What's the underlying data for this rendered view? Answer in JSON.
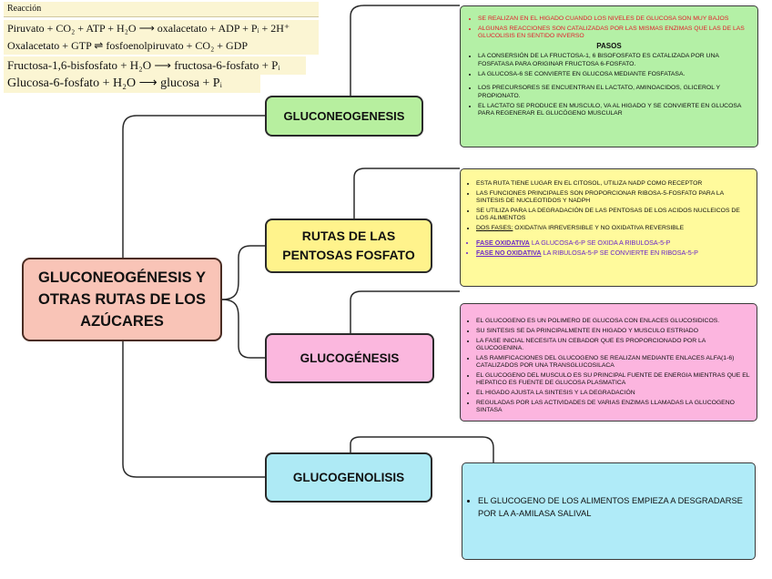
{
  "reactions": {
    "header": "Reacción",
    "r1": "Piruvato + CO₂ + ATP + H₂O ⟶ oxalacetato + ADP + Pᵢ + 2H⁺",
    "r2": "Oxalacetato + GTP ⇌ fosfoenolpiruvato + CO₂ + GDP",
    "r3": "Fructosa-1,6-bisfosfato + H₂O ⟶ fructosa-6-fosfato + Pᵢ",
    "r4": "Glucosa-6-fosfato + H₂O ⟶ glucosa + Pᵢ"
  },
  "center": {
    "line1": "GLUCONEOGÉNESIS Y",
    "line2": "OTRAS RUTAS DE LOS",
    "line3": "AZÚCARES"
  },
  "topics": {
    "gluconeogenesis": "GLUCONEOGENESIS",
    "pentosas_line1": "RUTAS DE LAS",
    "pentosas_line2": "PENTOSAS FOSFATO",
    "glucogenesis": "GLUCOGÉNESIS",
    "glucogenolisis": "GLUCOGENOLISIS"
  },
  "notes": {
    "gluconeogenesis": {
      "red": [
        "SE REALIZAN EN EL HIGADO CUANDO LOS NIVELES DE GLUCOSA SON MUY BAJOS",
        "ALGUNAS REACCIONES SON CATALIZADAS POR LAS MISMAS ENZIMAS QUE LAS DE LAS GLUCOLISIS EN SENTIDO INVERSO"
      ],
      "pasos_title": "PASOS",
      "steps": [
        "LA CONSERSIÓN DE LA FRUCTOSA-1, 6 BISOFOSFATO ES CATALIZADA POR UNA FOSFATASA PARA ORIGINAR FRUCTOSA 6-FOSFATO.",
        "LA GLUCOSA-6 SE CONVIERTE EN GLUCOSA MEDIANTE FOSFATASA."
      ],
      "extra": [
        "LOS PRECURSORES SE ENCUENTRAN EL LACTATO, AMINOACIDOS, GLICEROL Y PROPIONATO.",
        "EL LACTATO SE PRODUCE EN MUSCULO, VA AL HIGADO Y SE CONVIERTE EN GLUCOSA PARA REGENERAR EL GLUCÓGENO MUSCULAR"
      ]
    },
    "pentosas": {
      "items": [
        "ESTA RUTA TIENE LUGAR EN EL CITOSOL, UTILIZA NADP COMO RECEPTOR",
        "LAS FUNCIONES PRINCIPALES SON PROPORCIONAR RIBOSA-5-FOSFATO PARA LA SINTESIS DE NUCLEOTIDOS Y NADPH",
        "SE UTILIZA PARA LA DEGRADACIÓN DE LAS PENTOSAS DE LOS ACIDOS NUCLEICOS DE LOS ALIMENTOS"
      ],
      "dos_fases_label": "DOS FASES:",
      "dos_fases_text": " OXIDATIVA IRREVERSIBLE Y NO OXIDATIVA REVERSIBLE",
      "fase_ox_label": "FASE OXIDATIVA",
      "fase_ox_text": " LA GLUCOSA-6-P SE OXIDA A RIBULOSA-5-P",
      "fase_nox_label": "FASE NO OXIDATIVA",
      "fase_nox_text": "  LA RIBULOSA-5-P SE CONVIERTE EN RIBOSA-5-P"
    },
    "glucogenesis": {
      "items": [
        "EL GLUCOGENO ES UN POLIMERO DE GLUCOSA CON ENLACES GLUCOSIDICOS.",
        "SU SINTESIS SE DA PRINCIPALMENTE EN HIGADO Y MUSCULO ESTRIADO",
        "LA FASE INICIAL NECESITA UN CEBADOR QUE ES PROPORCIONADO POR LA GLUCOGENINA.",
        "LAS RAMIFICACIONES DEL GLUCOGENO SE REALIZAN MEDIANTE ENLACES ALFA(1-6) CATALIZADOS POR UNA TRANSGLUCOSILACA",
        "EL GLUCOGENO DEL MUSCULO ES SU PRINCIPAL FUENTE DE ENERGIA MIENTRAS QUE EL HEPATICO ES FUENTE DE GLUCOSA PLASMATICA",
        "EL HIGADO AJUSTA LA SINTESIS Y LA DEGRADACIÓN",
        "REGULADAS POR LAS ACTIVIDADES DE VARIAS ENZIMAS LLAMADAS LA GLUCOGENO SINTASA"
      ]
    },
    "glucogenolisis": {
      "items": [
        "EL GLUCOGENO DE LOS ALIMENTOS EMPIEZA A DESGRADARSE POR LA A-AMILASA SALIVAL"
      ]
    }
  },
  "colors": {
    "center": "#f9c4b7",
    "green": "#b7ef9f",
    "yellow": "#fff38c",
    "pink": "#fbb7de",
    "cyan": "#aeeaf5",
    "red_text": "#e21d2a",
    "purple_text": "#6a24c8"
  }
}
